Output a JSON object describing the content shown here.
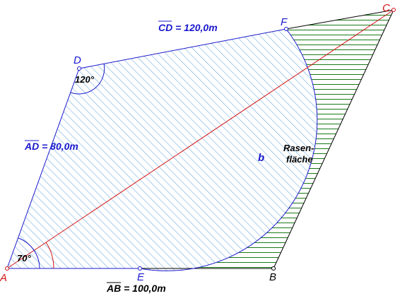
{
  "vertices": {
    "A": "A",
    "B": "B",
    "C": "C",
    "D": "D",
    "E": "E",
    "F": "F"
  },
  "measures": {
    "cd": "CD = 120,0m",
    "ad": "AD = 80,0m",
    "ab": "AB = 100,0m"
  },
  "angles": {
    "d": "120°",
    "a": "70°"
  },
  "arc_label": "b",
  "rasen_label": [
    "Rasen-",
    "fläche"
  ],
  "colors": {
    "outline": "#1a1acc",
    "hatch_blue": "#5a9fdc",
    "hatch_green": "#1a7a1a",
    "diagonal": "#d21414",
    "point_fill": "#ffffff"
  }
}
